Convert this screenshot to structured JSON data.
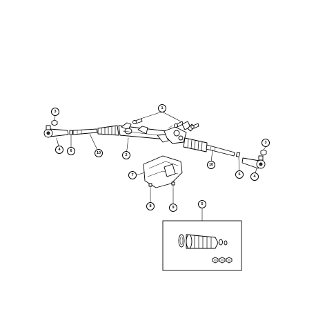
{
  "diagram": {
    "callouts": [
      "1",
      "2",
      "3",
      "3",
      "4",
      "4",
      "5",
      "6",
      "6",
      "7",
      "8",
      "9",
      "10",
      "10"
    ]
  }
}
